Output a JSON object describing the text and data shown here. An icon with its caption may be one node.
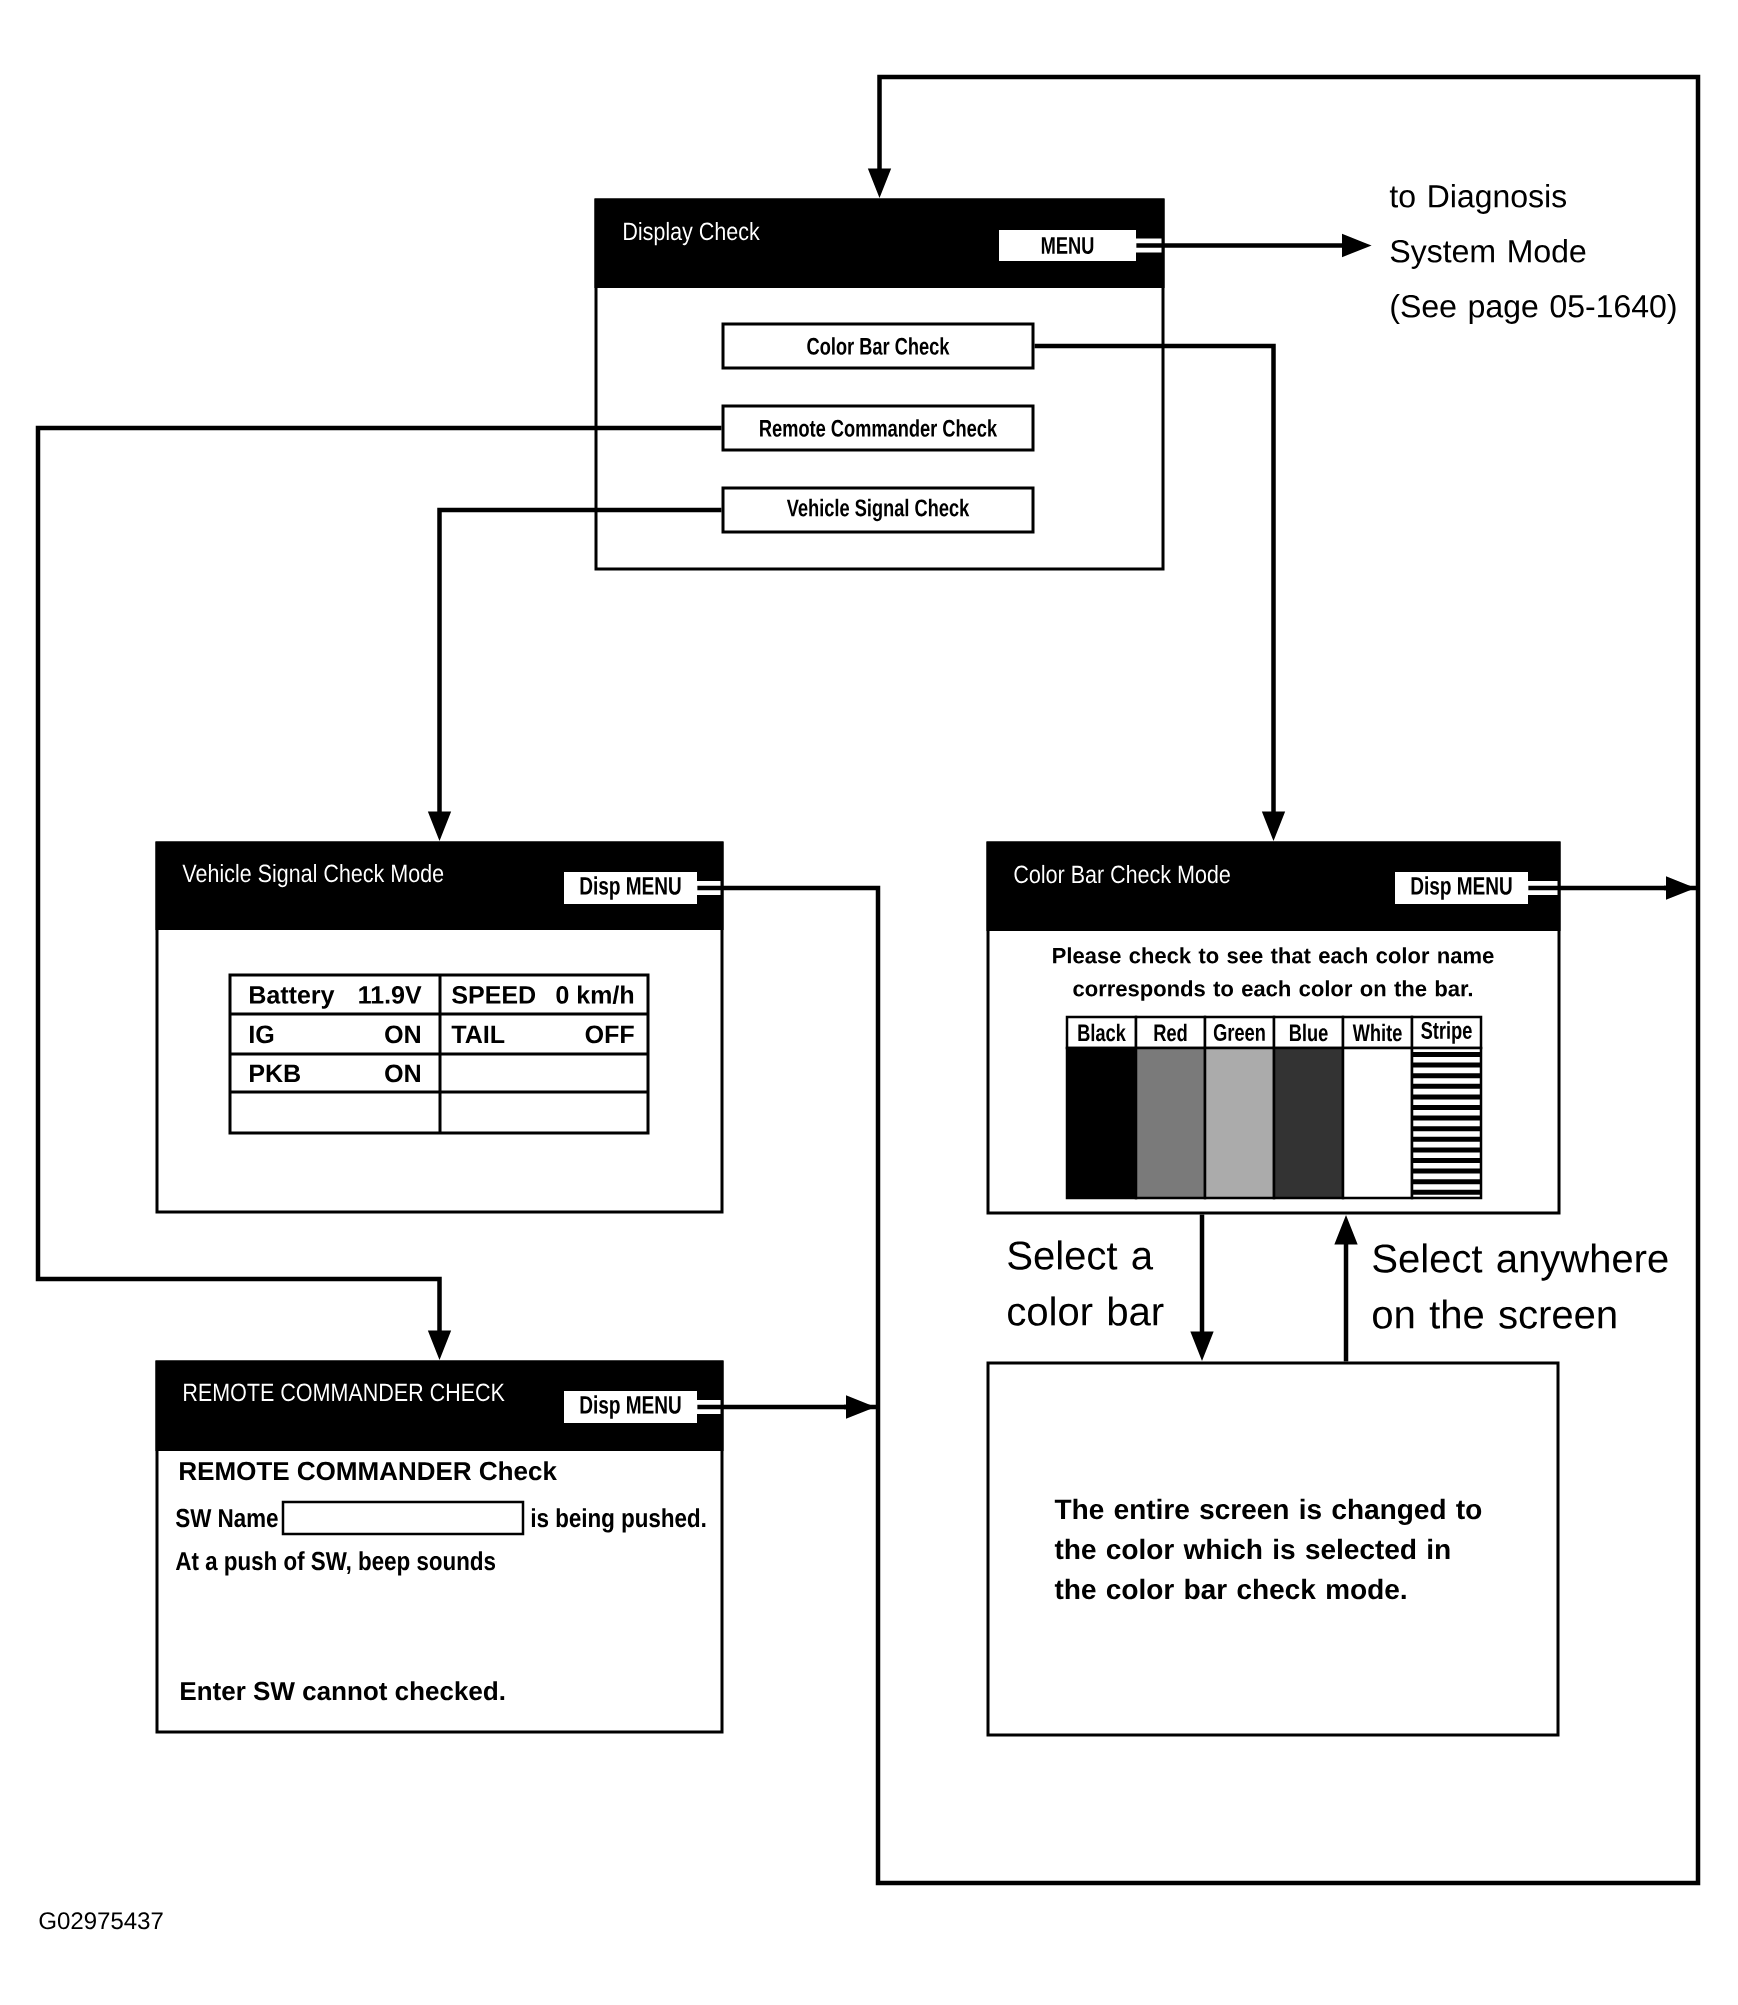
{
  "diagram": {
    "nodes": [
      {
        "text": [
          "Display Check"
        ]
      },
      {
        "text": [
          "MENU"
        ],
        "in": 0
      },
      {
        "text": [
          "Color Bar Check"
        ],
        "in": 0
      },
      {
        "text": [
          "Remote Commander Check"
        ],
        "in": 0
      },
      {
        "text": [
          "Vehicle Signal Check"
        ],
        "in": 0
      },
      {
        "text": [
          "to Diagnosis System Mode",
          "(See page 05-1640)"
        ]
      },
      {
        "text": [
          "Vehicle Signal Check Mode",
          "Battery",
          "11.9V",
          "SPEED",
          "0 km/h",
          "IG",
          "ON",
          "TAIL",
          "OFF",
          "PKB",
          "ON"
        ]
      },
      {
        "text": [
          "Disp MENU"
        ],
        "in": 6
      },
      {
        "text": [
          "Color Bar Check Mode",
          "Please check to see that each color name corresponds to each color on the bar.",
          "Black",
          "Red",
          "Green",
          "Blue",
          "White",
          "Stripe"
        ]
      },
      {
        "text": [
          "Disp MENU"
        ],
        "in": 8
      },
      {
        "text": [
          "REMOTE COMMANDER CHECK",
          "REMOTE COMMANDER Check",
          "SW Name",
          "is being pushed.",
          "At a push of SW, beep sounds",
          "Enter SW cannot checked."
        ]
      },
      {
        "text": [
          "Disp MENU"
        ],
        "in": 10
      },
      {
        "text": [
          "The entire screen is changed to the color which is selected in the color bar check mode."
        ]
      }
    ],
    "edges": [
      {
        "from": 1,
        "to": 5,
        "arrow": "to"
      },
      {
        "from": 2,
        "to": 8,
        "arrow": "to"
      },
      {
        "from": 3,
        "to": 10,
        "arrow": "to"
      },
      {
        "from": 4,
        "to": 6,
        "arrow": "to"
      },
      {
        "from": 7,
        "to": 0,
        "arrow": "to"
      },
      {
        "from": 9,
        "to": 0,
        "arrow": "to"
      },
      {
        "from": 11,
        "to": 0,
        "arrow": "to"
      },
      {
        "from": 8,
        "to": 12,
        "arrow": "to",
        "label": "Select a color bar"
      },
      {
        "from": 12,
        "to": 8,
        "arrow": "to",
        "label": "Select anywhere on the screen"
      }
    ],
    "labels": [
      "G02975437"
    ]
  }
}
